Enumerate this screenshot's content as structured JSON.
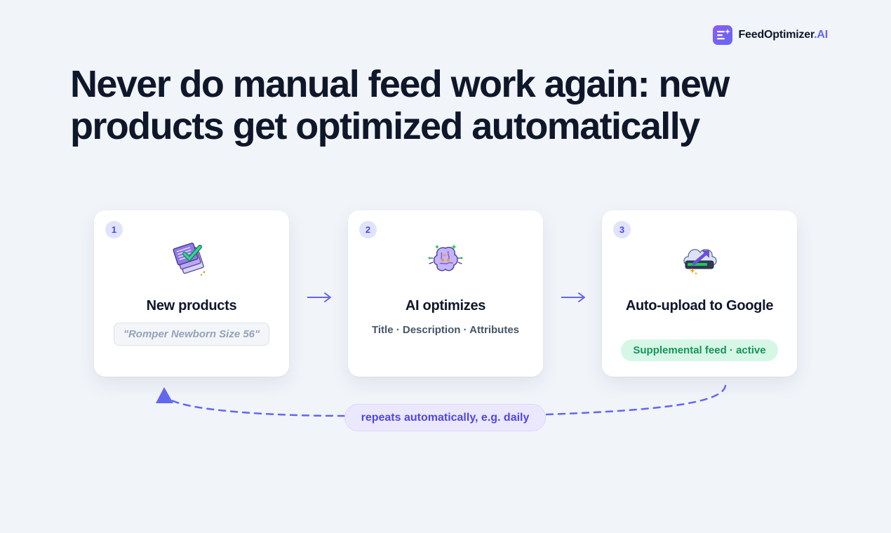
{
  "brand": {
    "name": "FeedOptimizer",
    "suffix": ".AI",
    "icon": "sparkle-list-icon"
  },
  "headline": "Never do manual feed work again: new products get optimized automatically",
  "steps": [
    {
      "number": "1",
      "title": "New products",
      "icon": "document-stack-check-icon",
      "chip": "\"Romper Newborn Size 56\""
    },
    {
      "number": "2",
      "title": "AI optimizes",
      "icon": "circuit-brain-icon",
      "subtitle": "Title · Description · Attributes"
    },
    {
      "number": "3",
      "title": "Auto-upload to Google",
      "icon": "cloud-upload-icon",
      "status": "Supplemental feed · active"
    }
  ],
  "loop": {
    "label": "repeats automatically, e.g. daily"
  },
  "colors": {
    "accent": "#6366f1",
    "success": "#15945a",
    "background": "#f1f4f9"
  }
}
